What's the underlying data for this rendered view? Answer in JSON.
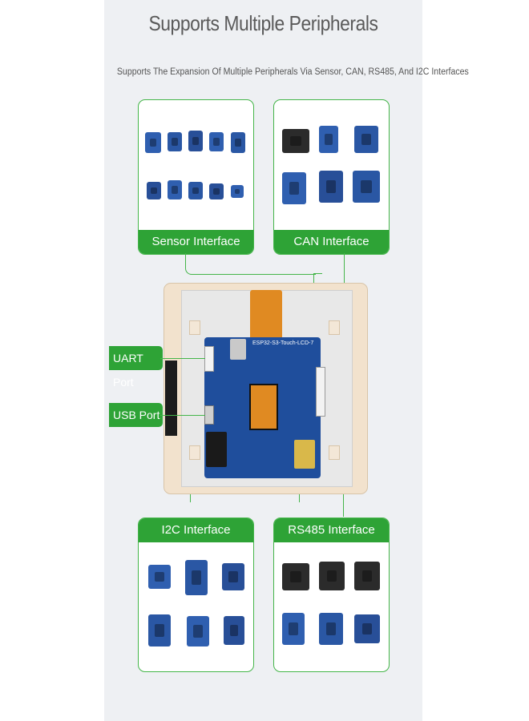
{
  "header": {
    "title": "Supports Multiple Peripherals",
    "subtitle": "Supports The Expansion Of Multiple Peripherals Via Sensor, CAN, RS485, And I2C Interfaces"
  },
  "cards": {
    "sensor": "Sensor Interface",
    "can": "CAN Interface",
    "i2c": "I2C Interface",
    "rs485": "RS485 Interface"
  },
  "ports": {
    "uart": "UART Port",
    "usb": "USB Port"
  },
  "board": {
    "label": "ESP32-S3-Touch-LCD-7"
  },
  "colors": {
    "accent": "#2ea336",
    "board": "#1f4e9c",
    "frame": "#f2e2cd"
  }
}
